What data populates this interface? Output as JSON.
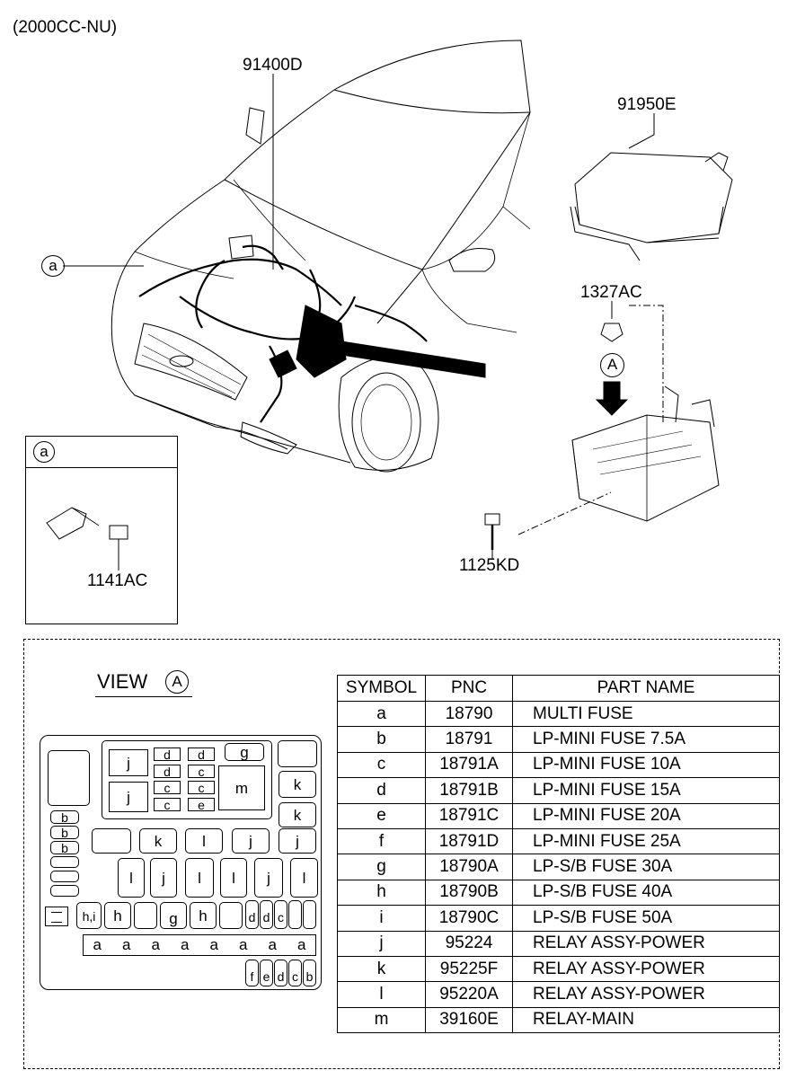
{
  "engine_label": "(2000CC-NU)",
  "callouts": {
    "harness": "91400D",
    "cover": "91950E",
    "nut": "1327AC",
    "bolt_right": "1125KD",
    "bolt_detail": "1141AC",
    "ref_a": "a",
    "view_ref": "A"
  },
  "view": {
    "title": "VIEW",
    "ref": "A"
  },
  "table": {
    "headers": [
      "SYMBOL",
      "PNC",
      "PART NAME"
    ],
    "rows": [
      {
        "symbol": "a",
        "pnc": "18790",
        "name": "MULTI FUSE"
      },
      {
        "symbol": "b",
        "pnc": "18791",
        "name": "LP-MINI FUSE 7.5A"
      },
      {
        "symbol": "c",
        "pnc": "18791A",
        "name": "LP-MINI FUSE 10A"
      },
      {
        "symbol": "d",
        "pnc": "18791B",
        "name": "LP-MINI FUSE 15A"
      },
      {
        "symbol": "e",
        "pnc": "18791C",
        "name": "LP-MINI FUSE 20A"
      },
      {
        "symbol": "f",
        "pnc": "18791D",
        "name": "LP-MINI FUSE 25A"
      },
      {
        "symbol": "g",
        "pnc": "18790A",
        "name": "LP-S/B FUSE 30A"
      },
      {
        "symbol": "h",
        "pnc": "18790B",
        "name": "LP-S/B FUSE 40A"
      },
      {
        "symbol": "i",
        "pnc": "18790C",
        "name": "LP-S/B FUSE 50A"
      },
      {
        "symbol": "j",
        "pnc": "95224",
        "name": "RELAY ASSY-POWER"
      },
      {
        "symbol": "k",
        "pnc": "95225F",
        "name": "RELAY ASSY-POWER"
      },
      {
        "symbol": "l",
        "pnc": "95220A",
        "name": "RELAY ASSY-POWER"
      },
      {
        "symbol": "m",
        "pnc": "39160E",
        "name": "RELAY-MAIN"
      }
    ]
  },
  "fusebox": {
    "j": "j",
    "k": "k",
    "l": "l",
    "m": "m",
    "b": "b",
    "c": "c",
    "d": "d",
    "e": "e",
    "f": "f",
    "g": "g",
    "h": "h",
    "a": "a",
    "hi": "h,i"
  }
}
